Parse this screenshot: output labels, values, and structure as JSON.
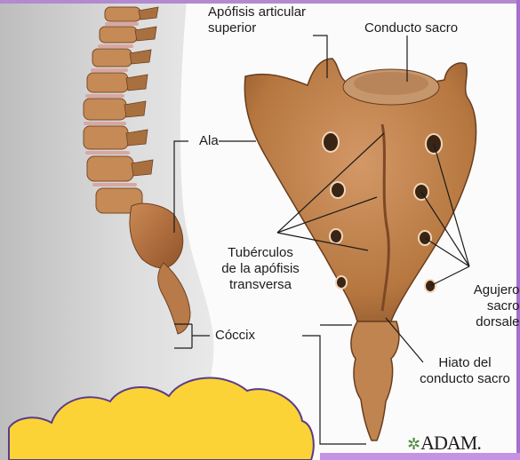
{
  "labels": {
    "apofisis": [
      "Apófisis articular",
      "superior"
    ],
    "conducto": "Conducto sacro",
    "ala": "Ala",
    "tuberculos": [
      "Tubérculos",
      "de la apófisis",
      "transversa"
    ],
    "coccix": "Cóccix",
    "agujeros": [
      "Agujeros",
      "sacros",
      "dorsales"
    ],
    "hiato": [
      "Hiato del",
      "conducto sacro"
    ]
  },
  "logo": "ADAM."
}
